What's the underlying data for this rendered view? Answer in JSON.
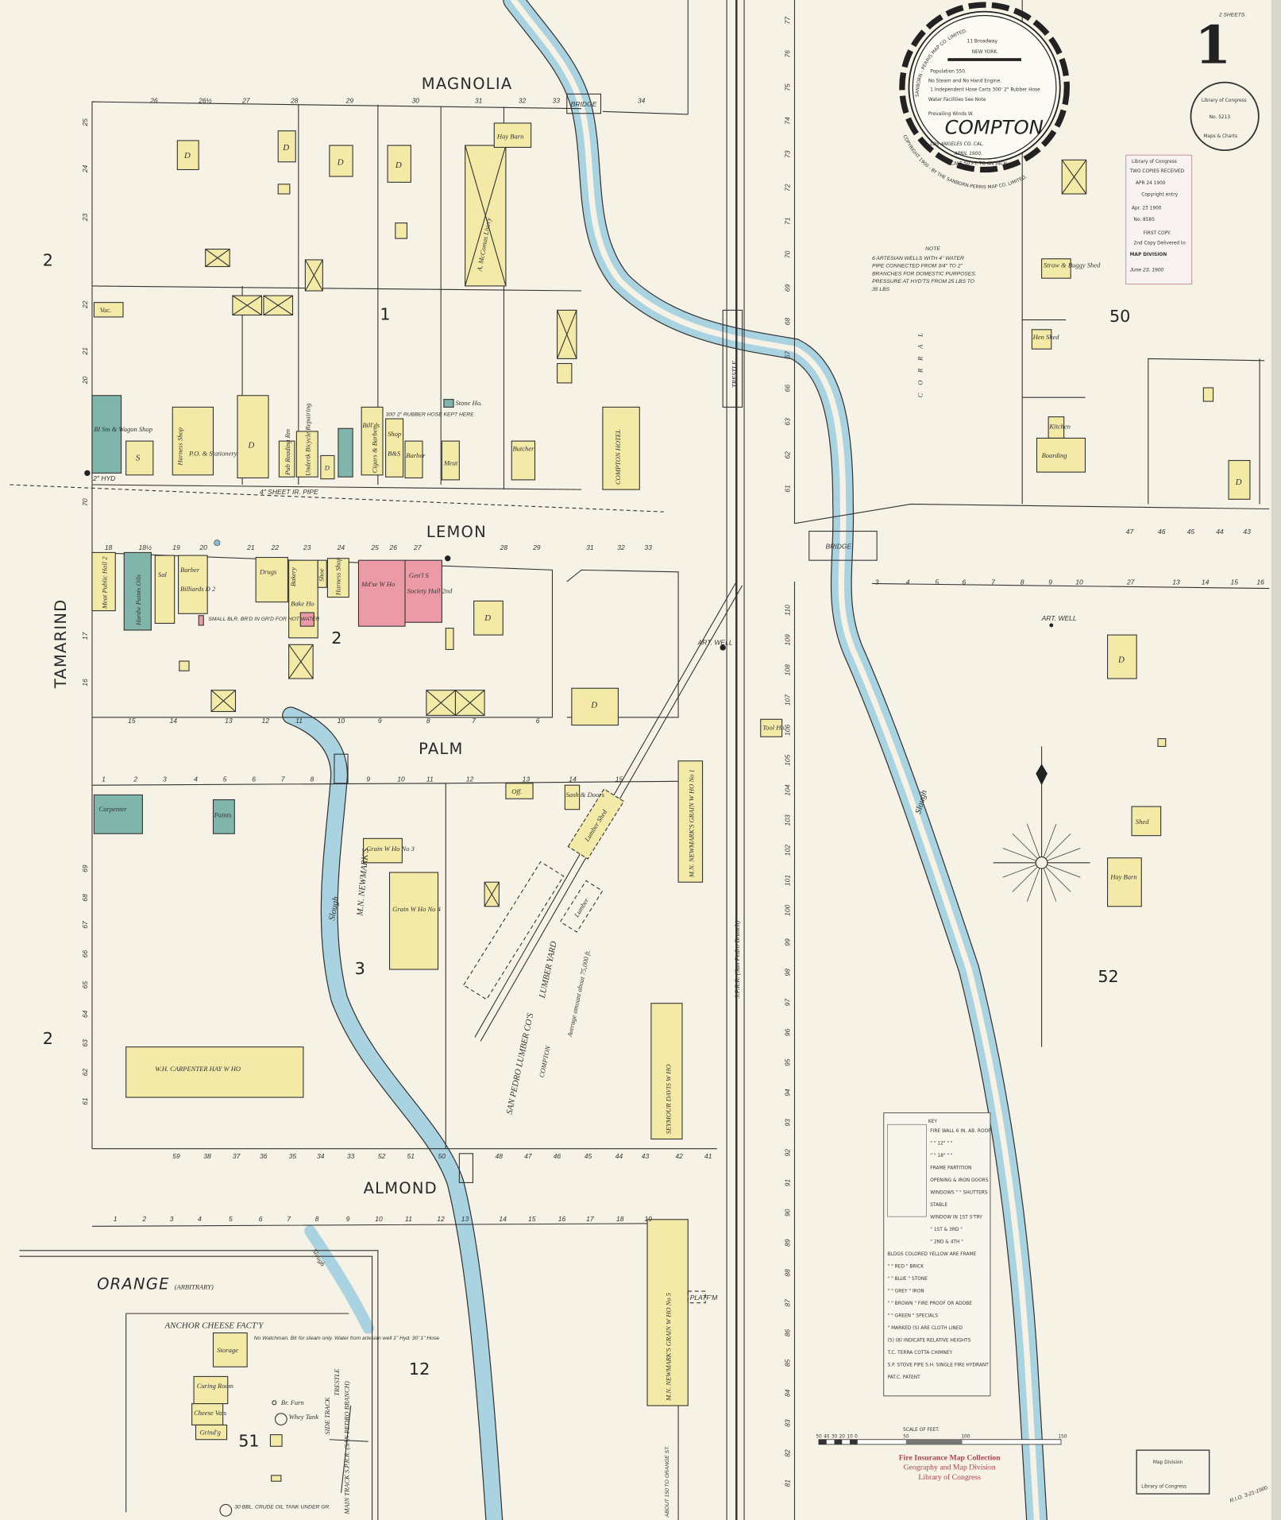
{
  "sheet": {
    "page_number": "1",
    "sheets_label": "2 SHEETS.",
    "adjoining_sheet_top": "2",
    "adjoining_sheet_bottom": "2"
  },
  "seal": {
    "publisher": "SANBORN - PERRIS MAP CO. LIMITED.",
    "address": "11 Broadway",
    "city": "NEW YORK.",
    "population": "Population 550.",
    "engines": "No Steam and No Hand Engine.",
    "hose": "1 Independent Hose Carts 300' 2\" Rubber Hose",
    "water": "Water Facilities See Note",
    "winds": "Prevailing Winds W.",
    "town": "COMPTON",
    "county": "LOS ANGELES CO. CAL.",
    "date": "APRIL 1900.",
    "scale": "SCALE 50 FT. TO AN INCH",
    "copyright": "COPYRIGHT 1900 - BY THE SANBORN-PERRIS MAP CO. LIMITED."
  },
  "streets": {
    "magnolia": "MAGNOLIA",
    "lemon": "LEMON",
    "palm": "PALM",
    "almond": "ALMOND",
    "orange": "ORANGE",
    "orange_note": "(ARBITRARY)",
    "tamarind": "TAMARIND"
  },
  "blocks": {
    "b1": "1",
    "b2": "2",
    "b3": "3",
    "b12": "12",
    "b50": "50",
    "b51": "51",
    "b52": "52"
  },
  "features": {
    "bridge": "BRIDGE",
    "trestle": "TRESTLE",
    "slough": "Slough",
    "railroad": "S.P.R.R. (San Pedro Branch)",
    "side_track": "SIDE TRACK",
    "main_track": "MAIN TRACK S.P.R.R. (SAN PEDRO BRANCH)",
    "corral": "CORRAL",
    "hydrant": "2\" HYD",
    "water_pipe": "4\" SHEET IR. PIPE",
    "art_well": "ART. WELL",
    "platform": "PLATF'M",
    "about_orange": "ABOUT 150 TO ORANGE ST.",
    "small_boiler": "SMALL BLR. BR'D IN GR'D FOR HOT WATER",
    "rubber_hose": "300' 2\" RUBBER HOSE KEPT HERE"
  },
  "buildings": {
    "blacksmith": "Bl Sm & Wagon Shop",
    "saloon_s": "S",
    "harness": "Harness Shop",
    "po": "P.O. & Stationery",
    "dwelling": "D",
    "pub_reading": "Pub Reading Rm",
    "undertaker": "Undertk Bicycle Repairing",
    "billiards1": "Bill'ds",
    "cigars": "Cigars & Barber",
    "shop": "Shop",
    "bs": "B&S",
    "barber": "Barber",
    "meat": "Meat",
    "butcher": "Butcher",
    "hotel": "COMPTON HOTEL",
    "livery": "A. McComas Livery",
    "hay_barn": "Hay Barn",
    "vac": "Vac.",
    "stone_ho": "Stone Ho.",
    "meat_hall": "Meat Public Hall 2",
    "hardware": "Hardw Paints Oils",
    "sal": "Sal",
    "barber2": "Barber",
    "billiards2": "Billiards D 2",
    "drugs": "Drugs",
    "bakery": "Bakery",
    "bake_ho": "Bake Ho",
    "shoe": "Shoe",
    "harness2": "Harness Shop",
    "mdse": "Md'se W Ho",
    "genl": "Gen'l S",
    "society": "Society Hall 2nd",
    "carpenter": "Carpenter",
    "paints": "Paints",
    "grain3": "Grain W Ho No 3",
    "grain4": "Grain W Ho No 4",
    "newmark_label": "M.N. NEWMARK'S",
    "office": "Off.",
    "sash": "Sash & Doors",
    "lumber_shed": "Lumber Shed",
    "lumber_yard": "LUMBER YARD",
    "lumber_co": "SAN PEDRO LUMBER CO'S",
    "compton": "COMPTON",
    "lumber_amount": "Average amount about 75,000 ft.",
    "lumber": "Lumber",
    "newmark1": "M.N. NEWMARK'S GRAIN W HO No 1",
    "tool_ho": "Tool Ho.",
    "carpenter_hay": "W.H. CARPENTER HAY W HO",
    "seymour": "SEYMOUR DAVIS W HO",
    "newmark5": "M.N. NEWMARK'S GRAIN W HO No 5",
    "cheese": "ANCHOR CHEESE FACT'Y",
    "storage": "Storage",
    "curing": "Curing Room",
    "vats": "Cheese Vats",
    "grinding": "Grind'g",
    "br_furn": "Br. Furn",
    "whey": "Whey Tank",
    "cheese_note": "No Watchman. Blr for steam only. Water from artesian well 1\" Hyd. 30' 1\" Hose",
    "oil_tank": "30 BBL. CRUDE OIL TANK UNDER GR.",
    "straw": "Straw & Buggy Shed",
    "hen": "Hen Shed",
    "kitchen": "Kitchen",
    "boarding": "Boarding",
    "shed": "Shed",
    "hay_barn2": "Hay Barn"
  },
  "note": {
    "title": "NOTE",
    "lines": [
      "6 ARTESIAN WELLS WITH 4\" WATER",
      "PIPE CONNECTED FROM 3/4\" TO 2\"",
      "BRANCHES FOR DOMESTIC PURPOSES.",
      "PRESSURE AT HYD'TS FROM 25 LBS TO",
      "35 LBS"
    ]
  },
  "key": {
    "title": "KEY",
    "lines": [
      "FIRE WALL 6 IN. AB. ROOF",
      "\" \" 12\" \" \"",
      "\" \" 18\" \" \"",
      "FRAME PARTITION",
      "OPENING & IRON DOORS",
      "WINDOWS \" \" SHUTTERS",
      "STABLE",
      "WINDOW IN 1ST S'TRY",
      "\" 1ST & 3RD \"",
      "\" 2ND & 4TH \"",
      "BLDGS COLORED YELLOW ARE FRAME",
      "\" \" RED \" BRICK",
      "\" \" BLUE \" STONE",
      "\" \" GREY \" IRON",
      "\" \" BROWN \" FIRE PROOF OR ADOBE",
      "\" \" GREEN \" SPECIALS",
      "\" MARKED (S) ARE CLOTH LINED",
      "(5) (8) INDICATE RELATIVE HEIGHTS",
      "T.C. TERRA COTTA CHIMNEY",
      "S.P. STOVE PIPE  S.H. SINGLE FIRE HYDRANT",
      "PAT.C. PATENT"
    ]
  },
  "scale": {
    "title": "SCALE OF FEET.",
    "ticks": [
      "50",
      "40",
      "30",
      "20",
      "10",
      "0",
      "50",
      "100",
      "150"
    ]
  },
  "stamps": {
    "loc_round": [
      "Library of Congress",
      "No. 5213",
      "Maps & Charts"
    ],
    "received": [
      "Library of Congress",
      "TWO COPIES RECEIVED",
      "APR 24 1900",
      "Copyright entry",
      "Apr. 23 1900",
      "No. 8585",
      "FIRST COPY.",
      "2nd Copy Delivered to",
      "MAP DIVISION",
      "June 23, 1900"
    ],
    "collection": [
      "Fire Insurance Map Collection",
      "Geography and Map Division",
      "Library of Congress"
    ],
    "map_division": [
      "Map Division",
      "Library of Congress"
    ],
    "initials": "R.I.O. 3-21-1900"
  },
  "lots": {
    "magnolia": [
      "26",
      "26½",
      "27",
      "28",
      "29",
      "30",
      "31",
      "32",
      "33",
      "34"
    ],
    "lemon_s": [
      "18",
      "18½",
      "19",
      "20",
      "21",
      "22",
      "23",
      "24",
      "25",
      "26",
      "27",
      "28",
      "29",
      "31",
      "32",
      "33"
    ],
    "palm_n": [
      "15",
      "14",
      "13",
      "12",
      "11",
      "10",
      "9",
      "8",
      "7",
      "6"
    ],
    "palm_s": [
      "1",
      "2",
      "3",
      "4",
      "5",
      "6",
      "7",
      "8",
      "9",
      "10",
      "11",
      "12",
      "13",
      "14",
      "15"
    ],
    "almond_n": [
      "59",
      "38",
      "37",
      "36",
      "35",
      "34",
      "33",
      "52",
      "51",
      "50",
      "48",
      "47",
      "46",
      "45",
      "44",
      "43",
      "42",
      "41"
    ],
    "almond_s": [
      "1",
      "2",
      "3",
      "4",
      "5",
      "6",
      "7",
      "8",
      "9",
      "10",
      "11",
      "12",
      "13",
      "14",
      "15",
      "16",
      "17",
      "18",
      "19"
    ],
    "rr_upper": [
      "77",
      "76",
      "75",
      "74",
      "73",
      "72",
      "71",
      "70",
      "69",
      "68",
      "67",
      "66",
      "63",
      "62",
      "61"
    ],
    "rr_lower": [
      "110",
      "109",
      "108",
      "107",
      "106",
      "105",
      "104",
      "103",
      "102",
      "101",
      "100",
      "99",
      "98",
      "97",
      "96",
      "95",
      "94",
      "93",
      "92",
      "91",
      "90",
      "89",
      "88",
      "87",
      "86",
      "85",
      "84",
      "83",
      "82",
      "81"
    ],
    "tamarind_upper": [
      "25",
      "24",
      "23",
      "22",
      "21",
      "20"
    ],
    "tamarind_mid": [
      "17",
      "16"
    ],
    "tamarind_lower": [
      "70",
      "69",
      "68",
      "67",
      "66",
      "65",
      "64",
      "63",
      "62",
      "61"
    ],
    "east_row": [
      "3",
      "4",
      "5",
      "6",
      "7",
      "8",
      "9",
      "10",
      "27",
      "13",
      "14",
      "15",
      "16"
    ],
    "east_north": [
      "47",
      "46",
      "45",
      "44",
      "43"
    ]
  },
  "colors": {
    "paper": "#f6f3e6",
    "frame": "#f3eaa8",
    "stone": "#7fb5aa",
    "brick": "#ec9aa6",
    "water": "#a9d3e0",
    "stamp_red": "#b5404a"
  }
}
